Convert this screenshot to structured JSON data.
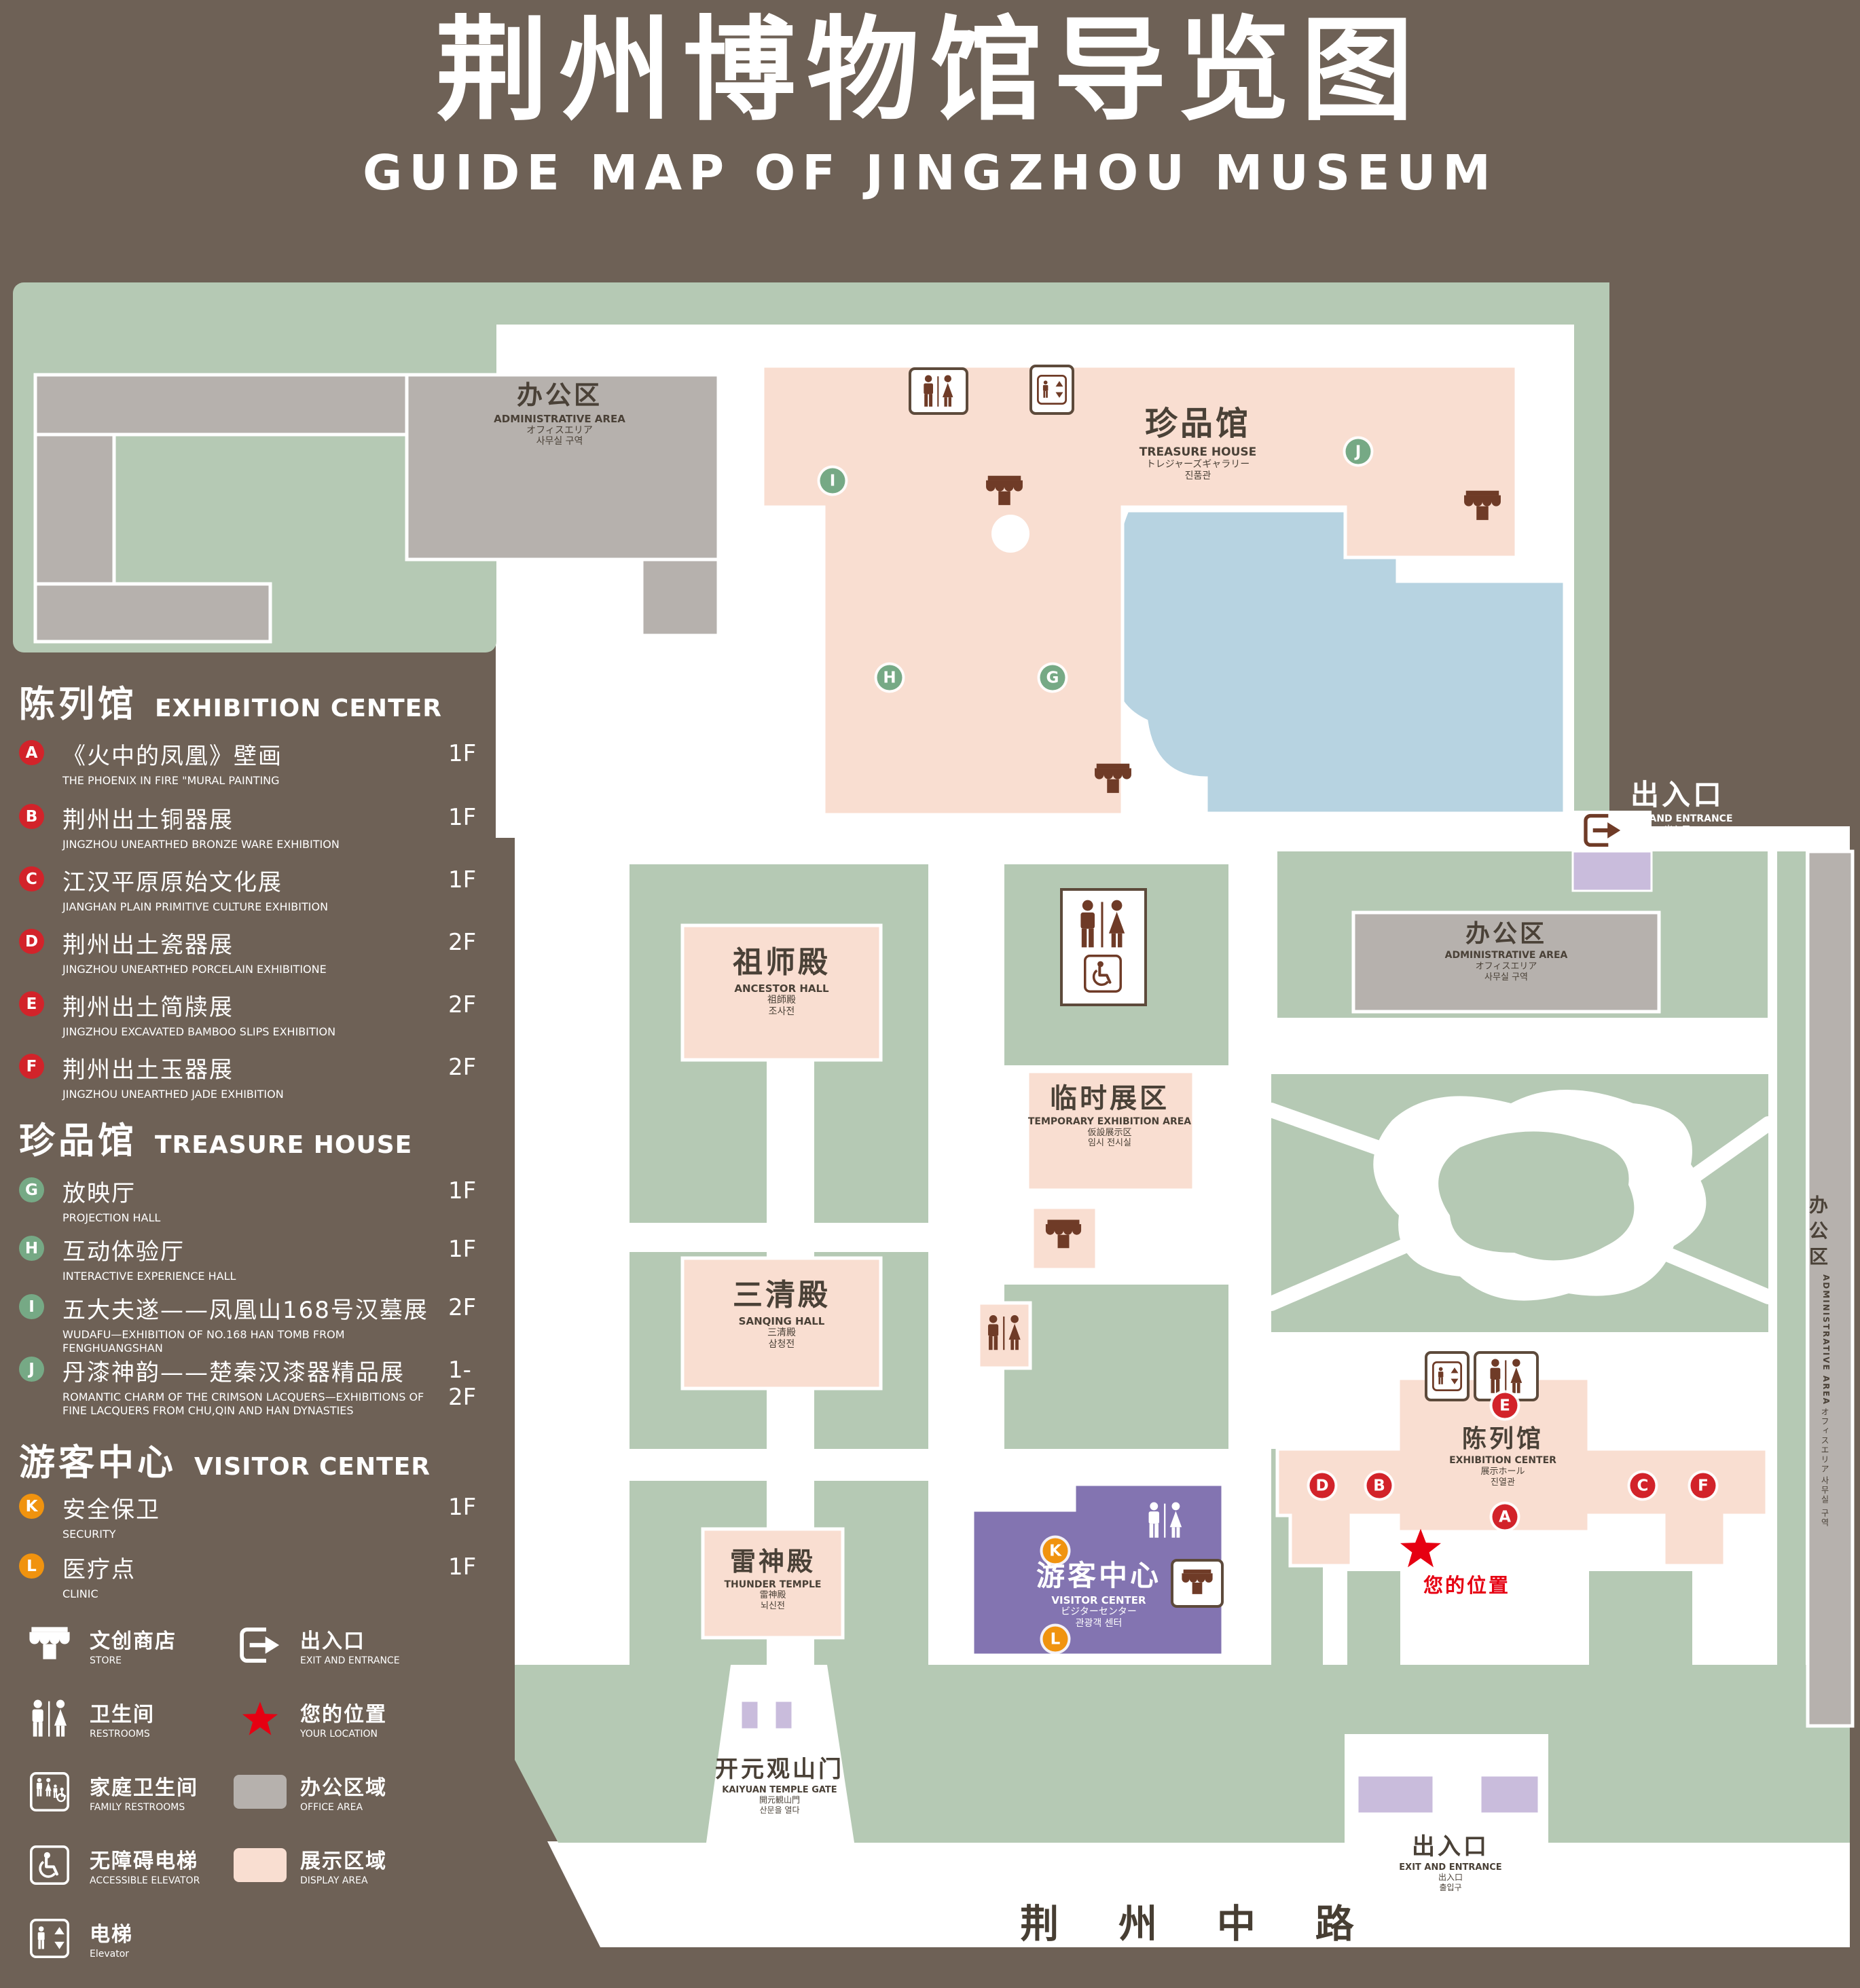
{
  "header": {
    "title": "荆州博物馆导览图",
    "subtitle": "GUIDE MAP OF JINGZHOU MUSEUM"
  },
  "legend": {
    "sections": [
      {
        "zh": "陈列馆",
        "en": "EXHIBITION CENTER",
        "items": [
          {
            "id": "A",
            "zh": "《火中的凤凰》壁画",
            "en": "THE PHOENIX IN FIRE \"MURAL PAINTING",
            "floor": "1F"
          },
          {
            "id": "B",
            "zh": "荆州出土铜器展",
            "en": "JINGZHOU UNEARTHED BRONZE WARE EXHIBITION",
            "floor": "1F"
          },
          {
            "id": "C",
            "zh": "江汉平原原始文化展",
            "en": "JIANGHAN PLAIN PRIMITIVE CULTURE EXHIBITION",
            "floor": "1F"
          },
          {
            "id": "D",
            "zh": "荆州出土瓷器展",
            "en": "JINGZHOU UNEARTHED PORCELAIN EXHIBITIONE",
            "floor": "2F"
          },
          {
            "id": "E",
            "zh": "荆州出土简牍展",
            "en": "JINGZHOU EXCAVATED BAMBOO SLIPS EXHIBITION",
            "floor": "2F"
          },
          {
            "id": "F",
            "zh": "荆州出土玉器展",
            "en": "JINGZHOU UNEARTHED JADE EXHIBITION",
            "floor": "2F"
          }
        ]
      },
      {
        "zh": "珍品馆",
        "en": "TREASURE HOUSE",
        "items": [
          {
            "id": "G",
            "zh": "放映厅",
            "en": "PROJECTION HALL",
            "floor": "1F"
          },
          {
            "id": "H",
            "zh": "互动体验厅",
            "en": "INTERACTIVE EXPERIENCE HALL",
            "floor": "1F"
          },
          {
            "id": "I",
            "zh": "五大夫遂——凤凰山168号汉墓展",
            "en": "WUDAFU—EXHIBITION OF NO.168 HAN TOMB FROM FENGHUANGSHAN",
            "floor": "2F"
          },
          {
            "id": "J",
            "zh": "丹漆神韵——楚秦汉漆器精品展",
            "en": "ROMANTIC CHARM OF THE CRIMSON LACQUERS—EXHIBITIONS OF FINE LACQUERS FROM CHU,QIN AND HAN DYNASTIES",
            "floor": "1-2F"
          }
        ]
      },
      {
        "zh": "游客中心",
        "en": "VISITOR CENTER",
        "items": [
          {
            "id": "K",
            "zh": "安全保卫",
            "en": "SECURITY",
            "floor": "1F"
          },
          {
            "id": "L",
            "zh": "医疗点",
            "en": "CLINIC",
            "floor": "1F"
          }
        ]
      }
    ],
    "symbols": [
      {
        "icon": "store-icon",
        "zh": "文创商店",
        "en": "STORE"
      },
      {
        "icon": "exit-icon",
        "zh": "出入口",
        "en": "EXIT AND ENTRANCE"
      },
      {
        "icon": "restroom-icon",
        "zh": "卫生间",
        "en": "RESTROOMS"
      },
      {
        "icon": "your-location-star-icon",
        "zh": "您的位置",
        "en": "YOUR LOCATION"
      },
      {
        "icon": "family-restroom-icon",
        "zh": "家庭卫生间",
        "en": "FAMILY RESTROOMS"
      },
      {
        "icon": "office-area-swatch",
        "zh": "办公区域",
        "en": "OFFICE AREA"
      },
      {
        "icon": "accessible-elevator-icon",
        "zh": "无障碍电梯",
        "en": "ACCESSIBLE ELEVATOR"
      },
      {
        "icon": "display-area-swatch",
        "zh": "展示区域",
        "en": "DISPLAY AREA"
      },
      {
        "icon": "elevator-icon",
        "zh": "电梯",
        "en": "Elevator"
      }
    ]
  },
  "map": {
    "places": {
      "admin": {
        "zh": "办公区",
        "en": "ADMINISTRATIVE AREA",
        "ja": "オフィスエリア",
        "ko": "사무실 구역"
      },
      "treasure": {
        "zh": "珍品馆",
        "en": "TREASURE HOUSE",
        "ja": "トレジャーズギャラリー",
        "ko": "진품관"
      },
      "exit": {
        "zh": "出入口",
        "en": "EXIT AND ENTRANCE",
        "ja": "出入口",
        "ko": "출입구"
      },
      "ancestor": {
        "zh": "祖师殿",
        "en": "ANCESTOR HALL",
        "ja": "祖師殿",
        "ko": "조사전"
      },
      "temporary": {
        "zh": "临时展区",
        "en": "TEMPORARY EXHIBITION AREA",
        "ja": "仮設展示区",
        "ko": "임시 전시실"
      },
      "sanqing": {
        "zh": "三清殿",
        "en": "SANQING HALL",
        "ja": "三清殿",
        "ko": "삼청전"
      },
      "thunder": {
        "zh": "雷神殿",
        "en": "THUNDER TEMPLE",
        "ja": "雷神殿",
        "ko": "뇌신전"
      },
      "visitor": {
        "zh": "游客中心",
        "en": "VISITOR CENTER",
        "ja": "ビジターセンター",
        "ko": "관광객 센터"
      },
      "exhibition": {
        "zh": "陈列馆",
        "en": "EXHIBITION CENTER",
        "ja": "展示ホール",
        "ko": "진열관"
      },
      "gate": {
        "zh": "开元观山门",
        "en": "KAIYUAN TEMPLE GATE",
        "ja": "開元観山門",
        "ko": "산문을 열다"
      },
      "your_location": "您的位置",
      "road": "荆 州 中 路"
    },
    "markers": {
      "a": "A",
      "b": "B",
      "c": "C",
      "d": "D",
      "e": "E",
      "f": "F",
      "g": "G",
      "h": "H",
      "i": "I",
      "j": "J",
      "k": "K",
      "l": "L"
    }
  },
  "colors": {
    "background": "#6e6156",
    "lawn_green": "#b5c9b4",
    "display_area": "#f9ded1",
    "office_area": "#b6b1ad",
    "pond_blue": "#b7d3e1",
    "visitor_purple": "#8374b1",
    "purple_light": "#c9bcdc",
    "marker_red": "#d2232a",
    "marker_green": "#76a985",
    "marker_orange": "#f0930f",
    "icon_brown": "#6f3b27",
    "star_red": "#e60012"
  }
}
